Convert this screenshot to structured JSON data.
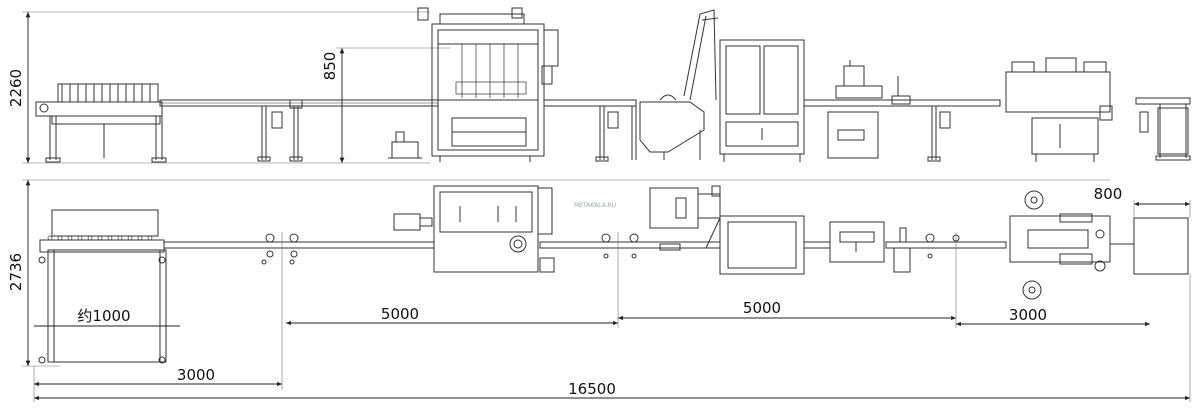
{
  "diagram": {
    "dimensions": {
      "height_side": "2260",
      "nozzle_height": "850",
      "width_top": "2736",
      "table_width": "约1000",
      "seg_table": "3000",
      "seg_conveyor1": "5000",
      "seg_conveyor2": "5000",
      "seg_labeler": "3000",
      "end_table": "800",
      "total_length": "16500"
    },
    "watermark": "METAKALA.RU"
  }
}
